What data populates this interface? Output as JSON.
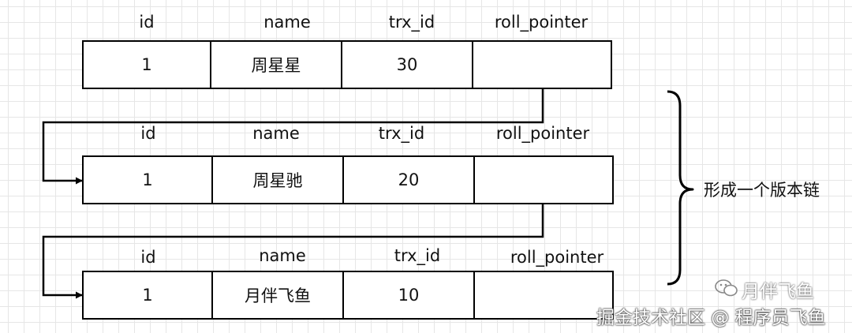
{
  "records": [
    {
      "headers": [
        "id",
        "name",
        "trx_id",
        "roll_pointer"
      ],
      "cells": [
        "1",
        "周星星",
        "30",
        ""
      ]
    },
    {
      "headers": [
        "id",
        "name",
        "trx_id",
        "roll_pointer"
      ],
      "cells": [
        "1",
        "周星驰",
        "20",
        ""
      ]
    },
    {
      "headers": [
        "id",
        "name",
        "trx_id",
        "roll_pointer"
      ],
      "cells": [
        "1",
        "月伴飞鱼",
        "10",
        ""
      ]
    }
  ],
  "brace_note": "形成一个版本链",
  "watermark": {
    "account": "月伴飞鱼",
    "site": "掘金技术社区 @ 程序员飞鱼",
    "icon": "wechat-icon"
  }
}
